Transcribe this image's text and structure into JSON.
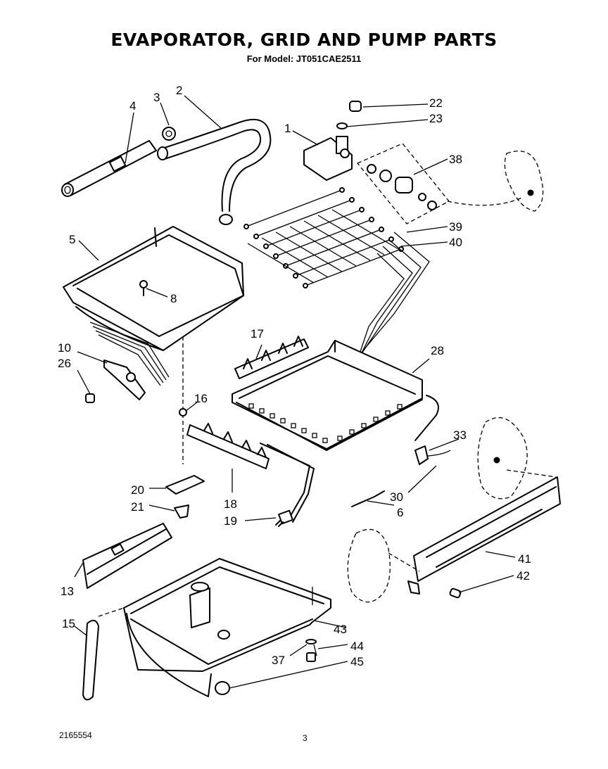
{
  "header": {
    "title": "EVAPORATOR, GRID AND PUMP PARTS",
    "subtitle": "For Model: JT051CAE2511"
  },
  "footer": {
    "doc_number": "2165554",
    "page_number": "3"
  },
  "callouts": {
    "c1": "1",
    "c2": "2",
    "c3": "3",
    "c4": "4",
    "c5": "5",
    "c6": "6",
    "c8": "8",
    "c10": "10",
    "c13": "13",
    "c15": "15",
    "c16": "16",
    "c17": "17",
    "c18": "18",
    "c19": "19",
    "c20": "20",
    "c21": "21",
    "c22": "22",
    "c23": "23",
    "c26": "26",
    "c28": "28",
    "c30": "30",
    "c33": "33",
    "c37": "37",
    "c38": "38",
    "c39": "39",
    "c40": "40",
    "c41": "41",
    "c42": "42",
    "c43": "43",
    "c44": "44",
    "c45": "45"
  }
}
